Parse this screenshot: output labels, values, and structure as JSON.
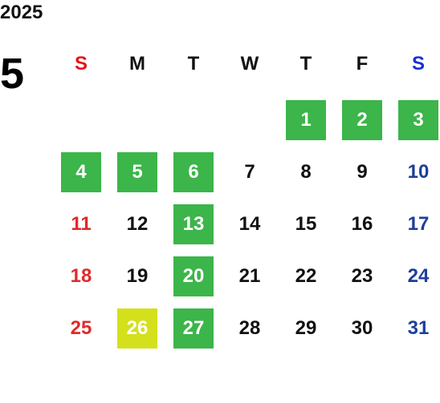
{
  "year": "2025",
  "month": "5",
  "weekdays": [
    {
      "label": "S",
      "color": "#e8141c"
    },
    {
      "label": "M",
      "color": "#111111"
    },
    {
      "label": "T",
      "color": "#111111"
    },
    {
      "label": "W",
      "color": "#111111"
    },
    {
      "label": "T",
      "color": "#111111"
    },
    {
      "label": "F",
      "color": "#111111"
    },
    {
      "label": "S",
      "color": "#1a2fd6"
    }
  ],
  "colors": {
    "holiday_bg": "#3cb54a",
    "highlight_bg": "#d4e01c",
    "sunday_text": "#e02a2a",
    "saturday_text": "#1e3f9a",
    "weekday_text": "#111111",
    "highlighted_text": "#ffffff"
  },
  "weeks": [
    [
      null,
      null,
      null,
      null,
      {
        "day": "1",
        "mark": "holiday"
      },
      {
        "day": "2",
        "mark": "holiday"
      },
      {
        "day": "3",
        "mark": "holiday"
      }
    ],
    [
      {
        "day": "4",
        "mark": "holiday"
      },
      {
        "day": "5",
        "mark": "holiday"
      },
      {
        "day": "6",
        "mark": "holiday"
      },
      {
        "day": "7",
        "mark": ""
      },
      {
        "day": "8",
        "mark": ""
      },
      {
        "day": "9",
        "mark": ""
      },
      {
        "day": "10",
        "mark": ""
      }
    ],
    [
      {
        "day": "11",
        "mark": ""
      },
      {
        "day": "12",
        "mark": ""
      },
      {
        "day": "13",
        "mark": "holiday"
      },
      {
        "day": "14",
        "mark": ""
      },
      {
        "day": "15",
        "mark": ""
      },
      {
        "day": "16",
        "mark": ""
      },
      {
        "day": "17",
        "mark": ""
      }
    ],
    [
      {
        "day": "18",
        "mark": ""
      },
      {
        "day": "19",
        "mark": ""
      },
      {
        "day": "20",
        "mark": "holiday"
      },
      {
        "day": "21",
        "mark": ""
      },
      {
        "day": "22",
        "mark": ""
      },
      {
        "day": "23",
        "mark": ""
      },
      {
        "day": "24",
        "mark": ""
      }
    ],
    [
      {
        "day": "25",
        "mark": ""
      },
      {
        "day": "26",
        "mark": "highlight"
      },
      {
        "day": "27",
        "mark": "holiday"
      },
      {
        "day": "28",
        "mark": ""
      },
      {
        "day": "29",
        "mark": ""
      },
      {
        "day": "30",
        "mark": ""
      },
      {
        "day": "31",
        "mark": ""
      }
    ]
  ]
}
